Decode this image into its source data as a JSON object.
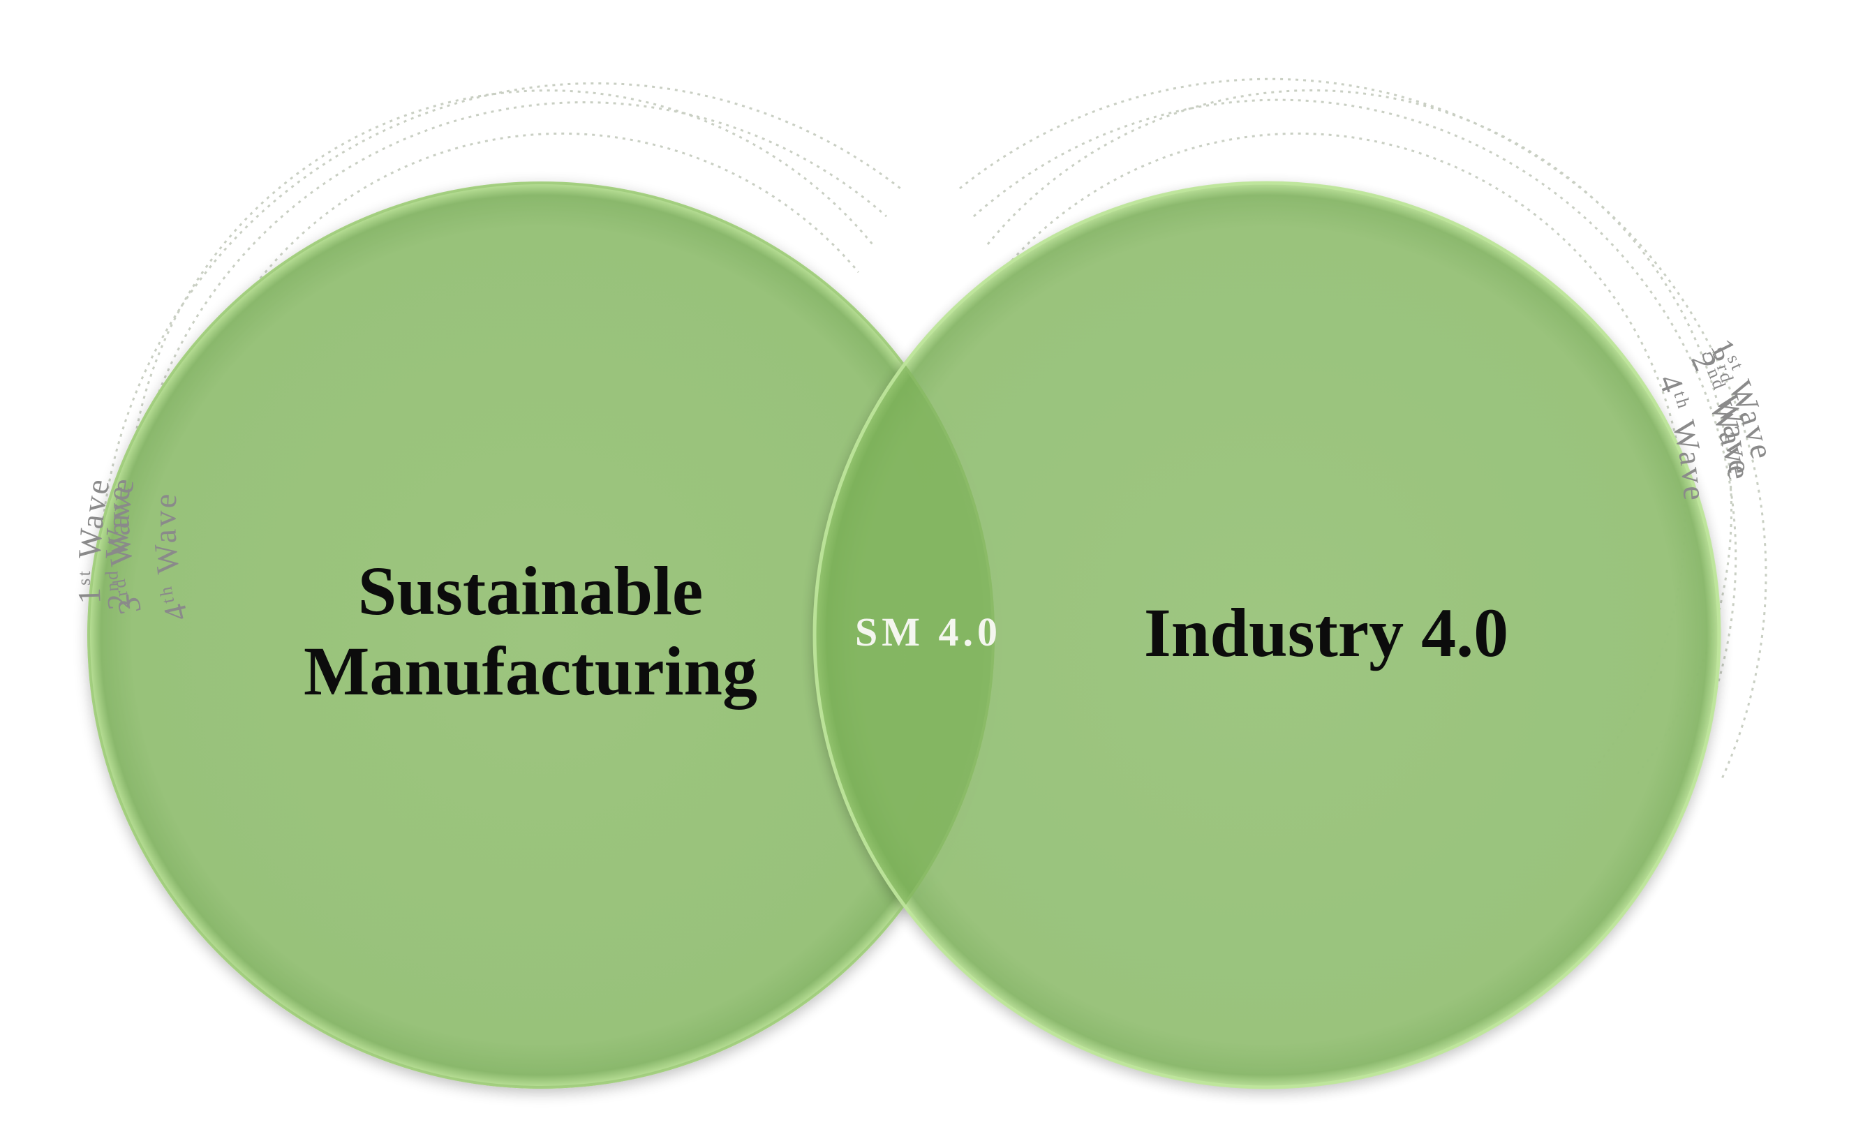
{
  "colors": {
    "circle_fill": "#9dc57f",
    "circle_rim": "#bfe59c",
    "overlap_fill": "#7bb156",
    "wave_arc": "#c9cfc3",
    "wave_label": "#8a8a8a",
    "title_text": "#0c0c0c",
    "overlap_text": "#f4f6ef"
  },
  "left_circle": {
    "title_line1": "Sustainable",
    "title_line2": "Manufacturing",
    "waves": [
      {
        "num": "1",
        "sup": "st",
        "word": "Wave"
      },
      {
        "num": "2",
        "sup": "nd",
        "word": "Wave"
      },
      {
        "num": "3",
        "sup": "rd",
        "word": "Wave"
      },
      {
        "num": "4",
        "sup": "th",
        "word": "Wave"
      }
    ]
  },
  "right_circle": {
    "title": "Industry 4.0",
    "waves": [
      {
        "num": "1",
        "sup": "st",
        "word": "Wave"
      },
      {
        "num": "2",
        "sup": "nd",
        "word": "Wave"
      },
      {
        "num": "3",
        "sup": "rd",
        "word": "Wave"
      },
      {
        "num": "4",
        "sup": "th",
        "word": "Wave"
      }
    ]
  },
  "overlap": {
    "label": "SM 4.0"
  }
}
